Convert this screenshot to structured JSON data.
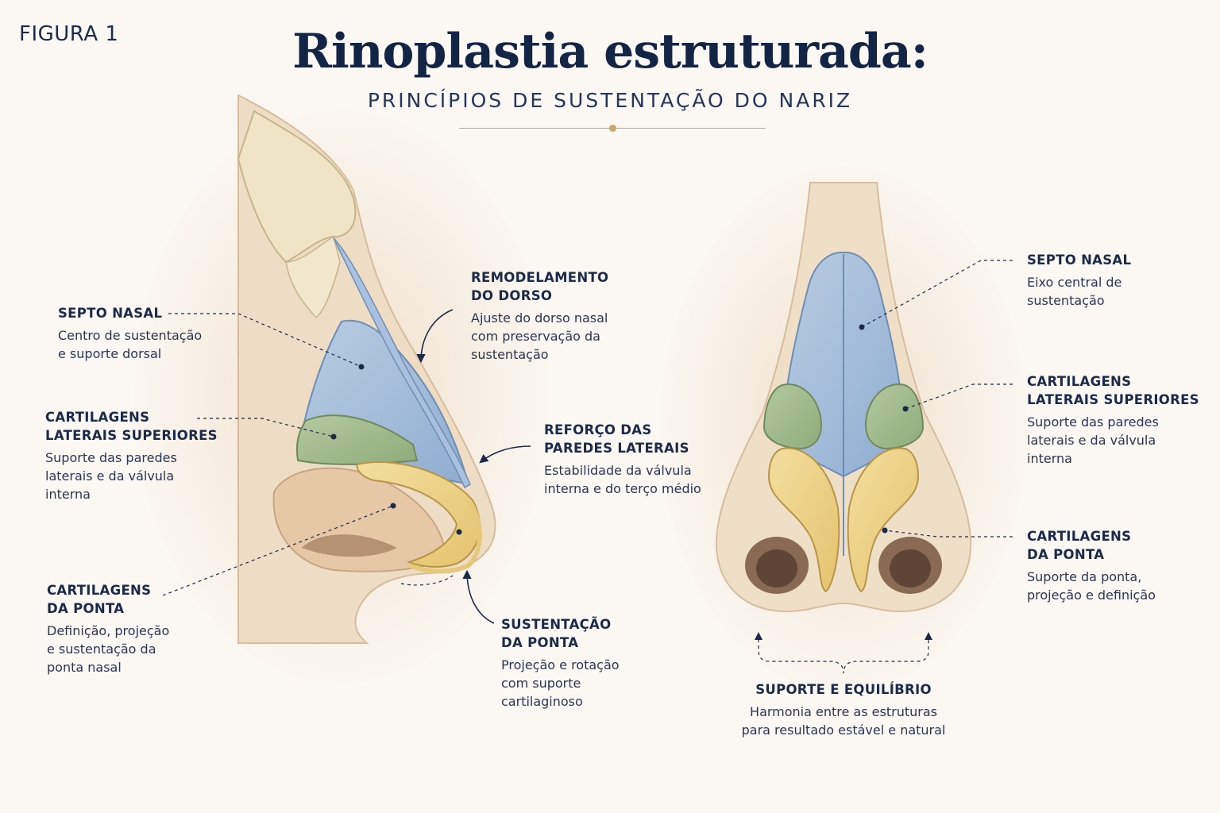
{
  "figure_label": "FIGURA 1",
  "title": "Rinoplastia estruturada:",
  "subtitle": "PRINCÍPIOS DE SUSTENTAÇÃO DO NARIZ",
  "colors": {
    "navy": "#1c2a4a",
    "gold": "#c9a76b",
    "septum_blue": "#9fbad8",
    "upper_lateral_green": "#9fb88a",
    "tip_yellow": "#ecd18a",
    "skin": "#ecd7bd",
    "bone": "#eee3c6"
  },
  "side_view": {
    "labels": {
      "septo": {
        "heading": "SEPTO NASAL",
        "desc": "Centro de sustentação\ne suporte dorsal"
      },
      "laterais": {
        "heading": "CARTILAGENS\nLATERAIS SUPERIORES",
        "desc": "Suporte das paredes\nlaterais e da válvula\ninterna"
      },
      "ponta": {
        "heading": "CARTILAGENS\nDA PONTA",
        "desc": "Definição, projeção\ne sustentação da\nponta nasal"
      },
      "dorso": {
        "heading": "REMODELAMENTO\nDO DORSO",
        "desc": "Ajuste do dorso nasal\ncom preservação da\nsustentação"
      },
      "reforco": {
        "heading": "REFORÇO DAS\nPAREDES LATERAIS",
        "desc": "Estabilidade da válvula\ninterna e do terço médio"
      },
      "sustentacao": {
        "heading": "SUSTENTAÇÃO\nDA PONTA",
        "desc": "Projeção e rotação\ncom suporte\ncartilaginoso"
      }
    }
  },
  "front_view": {
    "labels": {
      "septo": {
        "heading": "SEPTO NASAL",
        "desc": "Eixo central de\nsustentação"
      },
      "laterais": {
        "heading": "CARTILAGENS\nLATERAIS SUPERIORES",
        "desc": "Suporte das paredes\nlaterais e da válvula\ninterna"
      },
      "ponta": {
        "heading": "CARTILAGENS\nDA PONTA",
        "desc": "Suporte da ponta,\nprojeção e definição"
      },
      "equilibrio": {
        "heading": "SUPORTE E EQUILÍBRIO",
        "desc": "Harmonia entre as estruturas\npara resultado estável e natural"
      }
    }
  }
}
